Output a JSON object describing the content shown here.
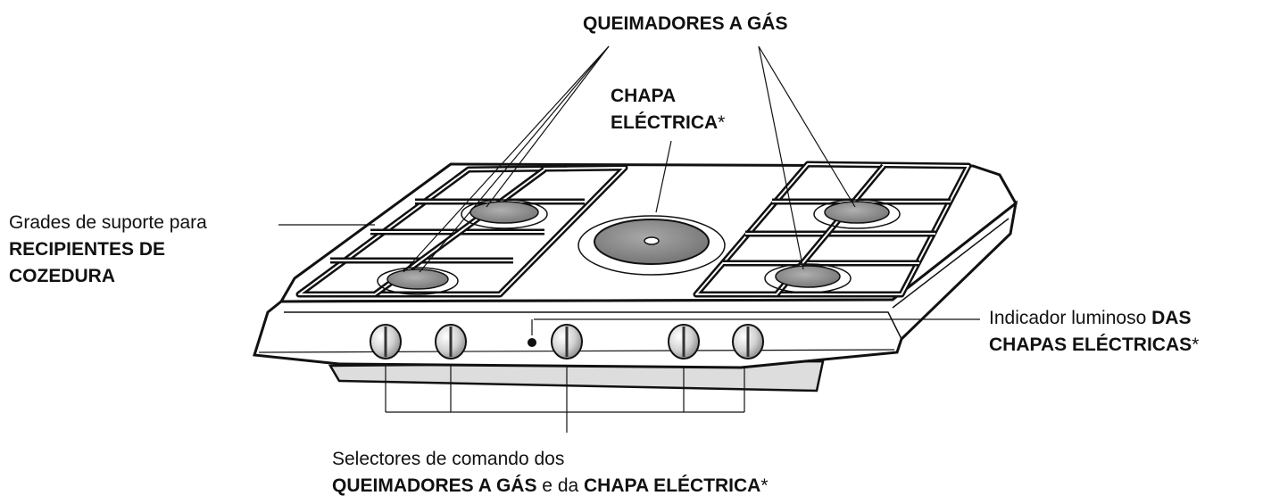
{
  "labels": {
    "gas_burners": "QUEIMADORES A GÁS",
    "electric_plate": {
      "line1": "CHAPA",
      "line2": "ELÉCTRICA",
      "asterisk": "*"
    },
    "grates": {
      "line1": "Grades de suporte para",
      "line2": "RECIPIENTES DE",
      "line3": "COZEDURA"
    },
    "indicator": {
      "line1_normal": "Indicador luminoso ",
      "line1_bold": "DAS",
      "line2_bold": "CHAPAS ELÉCTRICAS",
      "asterisk": "*"
    },
    "selectors": {
      "line1": "Selectores de comando dos",
      "line2_bold_a": "QUEIMADORES A GÁS",
      "line2_normal": " e da ",
      "line2_bold_b": "CHAPA ELÉCTRICA",
      "asterisk": "*"
    }
  },
  "colors": {
    "ink": "#111111",
    "burner_fill": "#9a9a9a",
    "plate_fill": "#8c8c8c",
    "panel_shadow": "#dcdcdc",
    "knob_fill": "#e6e6e6"
  }
}
